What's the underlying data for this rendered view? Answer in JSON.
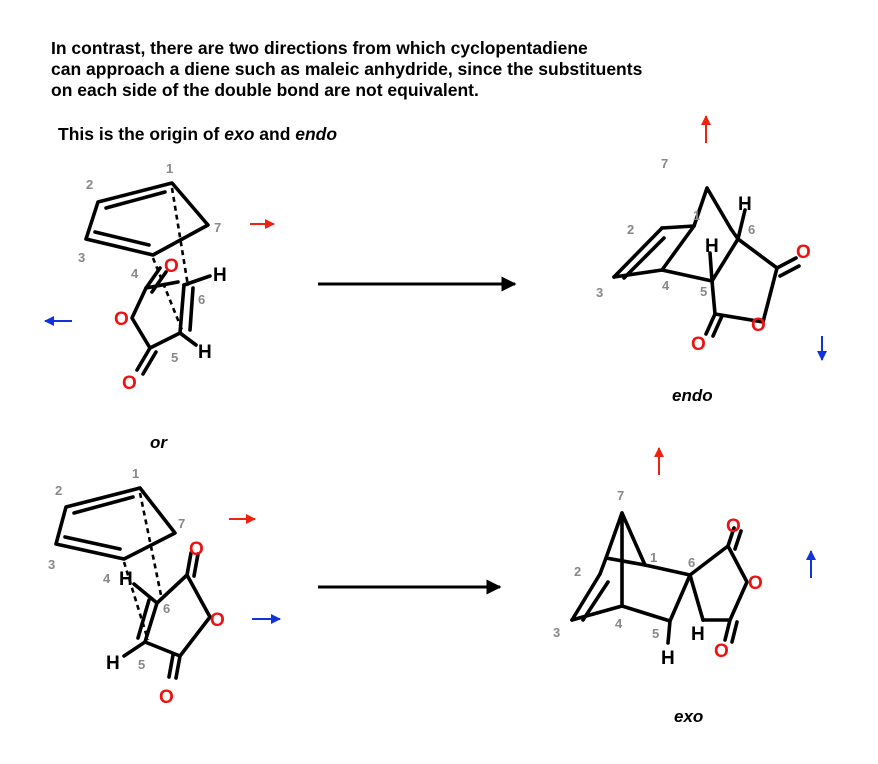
{
  "intro_lines": [
    "In contrast, there are two directions from which cyclopentadiene",
    "can approach a diene such as maleic anhydride, since the substituents",
    "on each side of the double bond are not equivalent."
  ],
  "subtitle": {
    "prefix": "This is the origin of ",
    "exo": "exo",
    "middle": " and ",
    "endo": "endo"
  },
  "labels": {
    "endo": "endo",
    "or": "or",
    "exo": "exo"
  },
  "atoms": {
    "oxygen": "O",
    "hydrogen": "H"
  },
  "numbers": {
    "n1": "1",
    "n2": "2",
    "n3": "3",
    "n4": "4",
    "n5": "5",
    "n6": "6",
    "n7": "7"
  },
  "colors": {
    "oxygen": "#ee1111",
    "red_arrow": "#ee2211",
    "blue_arrow": "#1133dd",
    "locant": "#888888"
  }
}
